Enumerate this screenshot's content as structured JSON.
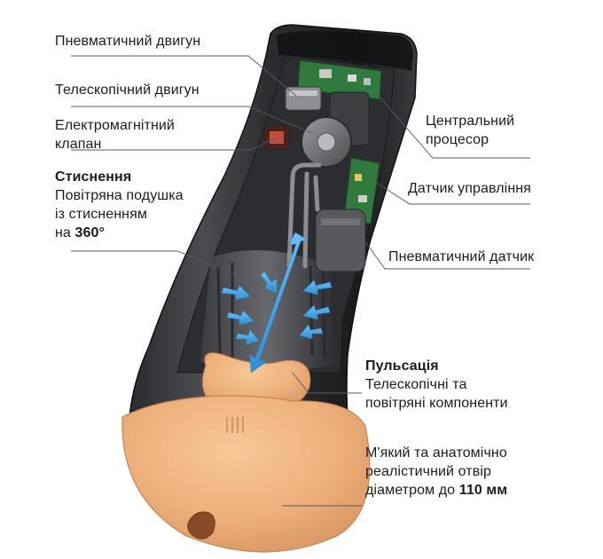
{
  "labels": {
    "pneumatic_motor": "Пневматичний двигун",
    "telescopic_motor": "Телескопічний двигун",
    "em_valve_line1": "Електромагнітний",
    "em_valve_line2": "клапан",
    "cpu_line1": "Центральний",
    "cpu_line2": "процесор",
    "control_sensor": "Датчик управління",
    "pneumatic_sensor": "Пневматичний датчик"
  },
  "compression": {
    "title": "Стиснення",
    "line1": "Повітряна подушка",
    "line2": "із стисненням",
    "line3_prefix": "на ",
    "line3_bold": "360°"
  },
  "pulsation": {
    "title": "Пульсація",
    "line1": "Телескопічні та",
    "line2": "повітряні компоненти"
  },
  "opening": {
    "line1": "М'який та анатомічно",
    "line2": "реалістичний отвір",
    "line3_prefix": "діаметром до ",
    "line3_bold": "110 мм"
  },
  "colors": {
    "body_dark": "#1b1c1e",
    "skin": "#f0b784",
    "arrow_blue": "#3a9fe0",
    "pcb_green": "#2f7a3c",
    "leader_line": "#555555"
  }
}
